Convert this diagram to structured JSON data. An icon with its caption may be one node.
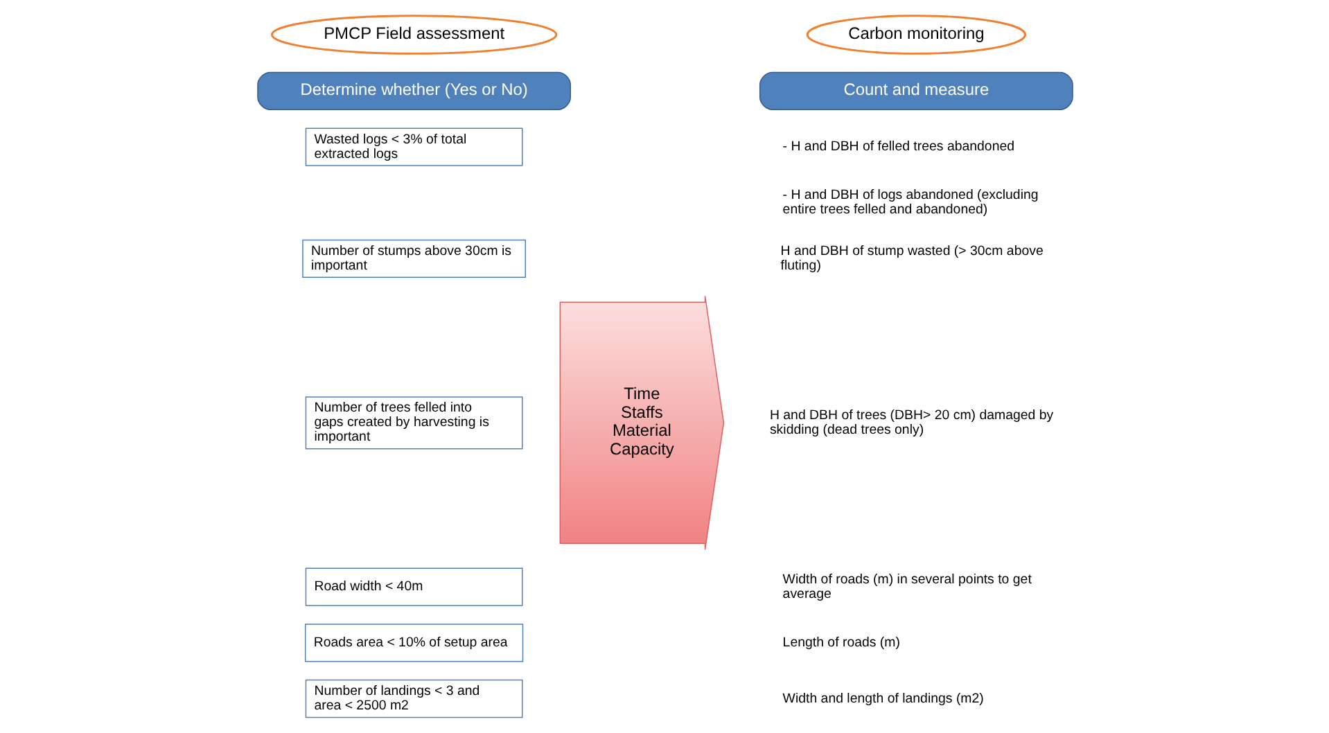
{
  "diagram": {
    "nodes": [
      {
        "text": [
          "PMCP Field assessment"
        ]
      },
      {
        "text": [
          "Carbon monitoring"
        ]
      },
      {
        "text": [
          "Determine whether (Yes or No)"
        ]
      },
      {
        "text": [
          "Count and measure"
        ]
      },
      {
        "text": [
          "Wasted logs < 3% of total extracted logs"
        ]
      },
      {
        "text": [
          "Number of stumps above 30cm is important"
        ]
      },
      {
        "text": [
          "Number of trees felled into gaps created by harvesting is important"
        ]
      },
      {
        "text": [
          "Road width < 40m"
        ]
      },
      {
        "text": [
          "Roads area < 10% of setup area"
        ]
      },
      {
        "text": [
          "Number of landings < 3 and area < 2500 m2"
        ]
      },
      {
        "text": [
          "Time",
          "Staffs",
          "Material",
          "Capacity"
        ]
      }
    ],
    "labels": [
      "- H and DBH of felled trees abandoned",
      "- H and DBH of logs abandoned (excluding entire trees felled and abandoned)",
      "H and DBH of stump wasted (> 30cm above fluting)",
      "H and DBH of trees (DBH> 20 cm) damaged by skidding (dead trees only)",
      "Width of roads (m) in several points to get average",
      "Length of roads (m)",
      "Width and length of landings (m2)"
    ]
  }
}
